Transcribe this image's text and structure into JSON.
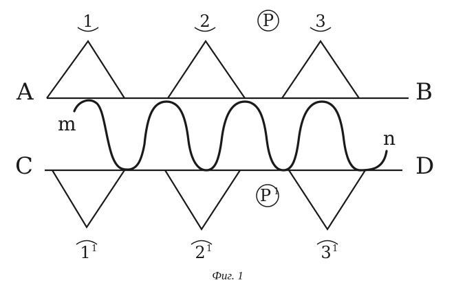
{
  "labels": {
    "A": "A",
    "B": "B",
    "C": "C",
    "D": "D",
    "m": "m",
    "n": "n",
    "P": "P",
    "P1_main": "P",
    "P1_sup": "1"
  },
  "top_triangles": [
    {
      "number": "1"
    },
    {
      "number": "2"
    },
    {
      "number": "3"
    }
  ],
  "bottom_triangles": [
    {
      "number": "1",
      "sup": "1"
    },
    {
      "number": "2",
      "sup": "1"
    },
    {
      "number": "3",
      "sup": "1"
    }
  ],
  "caption": "Фиг. 1"
}
